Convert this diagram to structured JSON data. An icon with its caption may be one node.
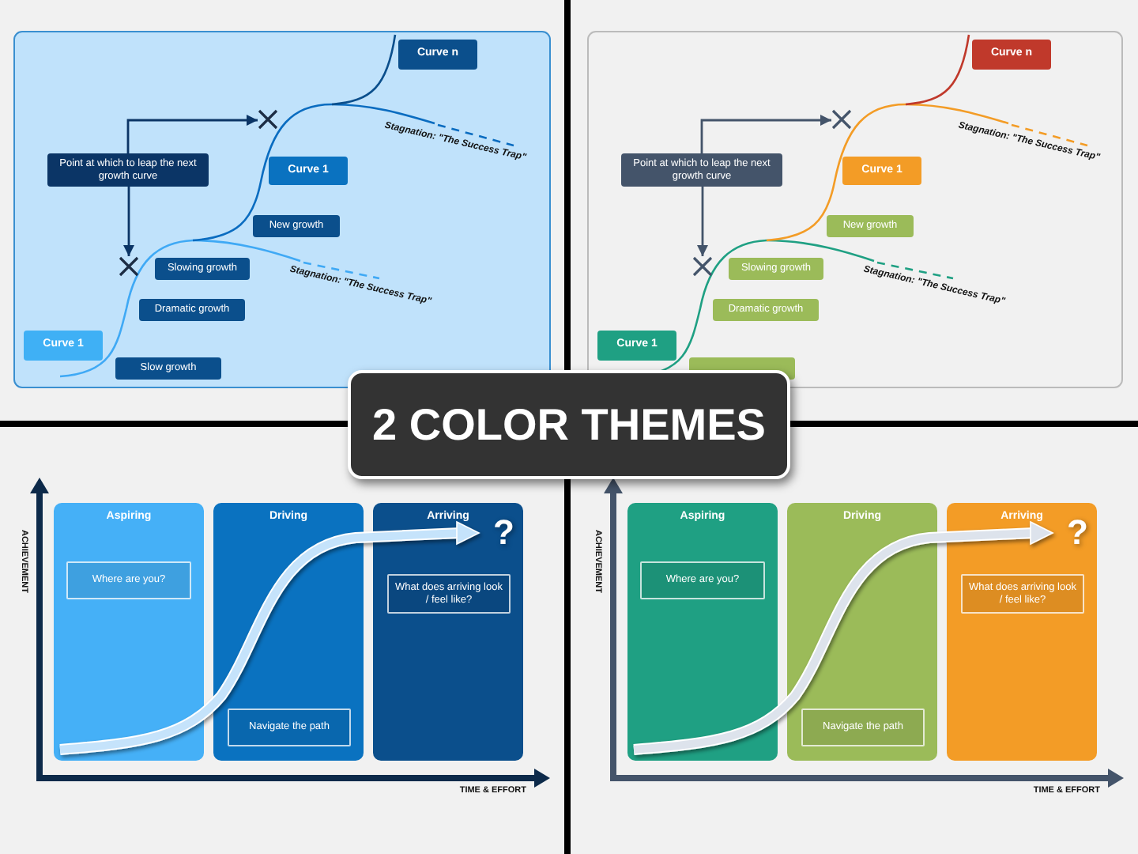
{
  "diagram": {
    "title": "2 COLOR THEMES",
    "nodes": [
      {
        "text": [
          "Curve n"
        ]
      },
      {
        "text": [],
        "shape": "cross"
      },
      {
        "text": [
          "Point at which to leap the next growth curve"
        ]
      },
      {
        "text": [
          "Curve 1"
        ]
      },
      {
        "text": [
          "New growth"
        ]
      },
      {
        "text": [],
        "shape": "cross"
      },
      {
        "text": [
          "Slowing growth"
        ]
      },
      {
        "text": [
          "Dramatic growth"
        ]
      },
      {
        "text": [
          "Curve 1"
        ]
      },
      {
        "text": [
          "Slow growth"
        ]
      },
      {
        "text": [
          "Curve n"
        ]
      },
      {
        "text": [],
        "shape": "cross"
      },
      {
        "text": [
          "Point at which to leap the next growth curve"
        ]
      },
      {
        "text": [
          "Curve 1"
        ]
      },
      {
        "text": [
          "New growth"
        ]
      },
      {
        "text": [],
        "shape": "cross"
      },
      {
        "text": [
          "Slowing growth"
        ]
      },
      {
        "text": [
          "Dramatic growth"
        ]
      },
      {
        "text": [
          "Curve 1"
        ]
      },
      {
        "text": [],
        "shape": "box"
      },
      {
        "text": [
          "Aspiring"
        ]
      },
      {
        "text": [
          "Where are you?"
        ],
        "in": 20
      },
      {
        "text": [
          "Driving"
        ]
      },
      {
        "text": [
          "Navigate the path"
        ],
        "in": 22
      },
      {
        "text": [
          "Arriving",
          "?"
        ]
      },
      {
        "text": [
          "What does arriving look / feel like?"
        ],
        "in": 24
      },
      {
        "text": [
          "Aspiring"
        ]
      },
      {
        "text": [
          "Where are you?"
        ],
        "in": 26
      },
      {
        "text": [
          "Driving"
        ]
      },
      {
        "text": [
          "Navigate the path"
        ],
        "in": 28
      },
      {
        "text": [
          "Arriving",
          "?"
        ]
      },
      {
        "text": [
          "What does arriving look / feel like?"
        ],
        "in": 30
      }
    ],
    "edges": [
      {
        "from": 2,
        "to": 1,
        "arrow": "to"
      },
      {
        "from": 2,
        "to": 5,
        "arrow": "to"
      },
      {
        "from": 12,
        "to": 11,
        "arrow": "to",
        "color": "#44546a"
      },
      {
        "from": 12,
        "to": 15,
        "arrow": "to",
        "color": "#44546a"
      }
    ],
    "labels": [
      "Stagnation: \"The Success Trap\"",
      "Stagnation: \"The Success Trap\"",
      "Stagnation: \"The Success Trap\"",
      "Stagnation: \"The Success Trap\"",
      "ACHIEVEMENT",
      "TIME & EFFORT",
      "ACHIEVEMENT",
      "TIME & EFFORT"
    ]
  }
}
